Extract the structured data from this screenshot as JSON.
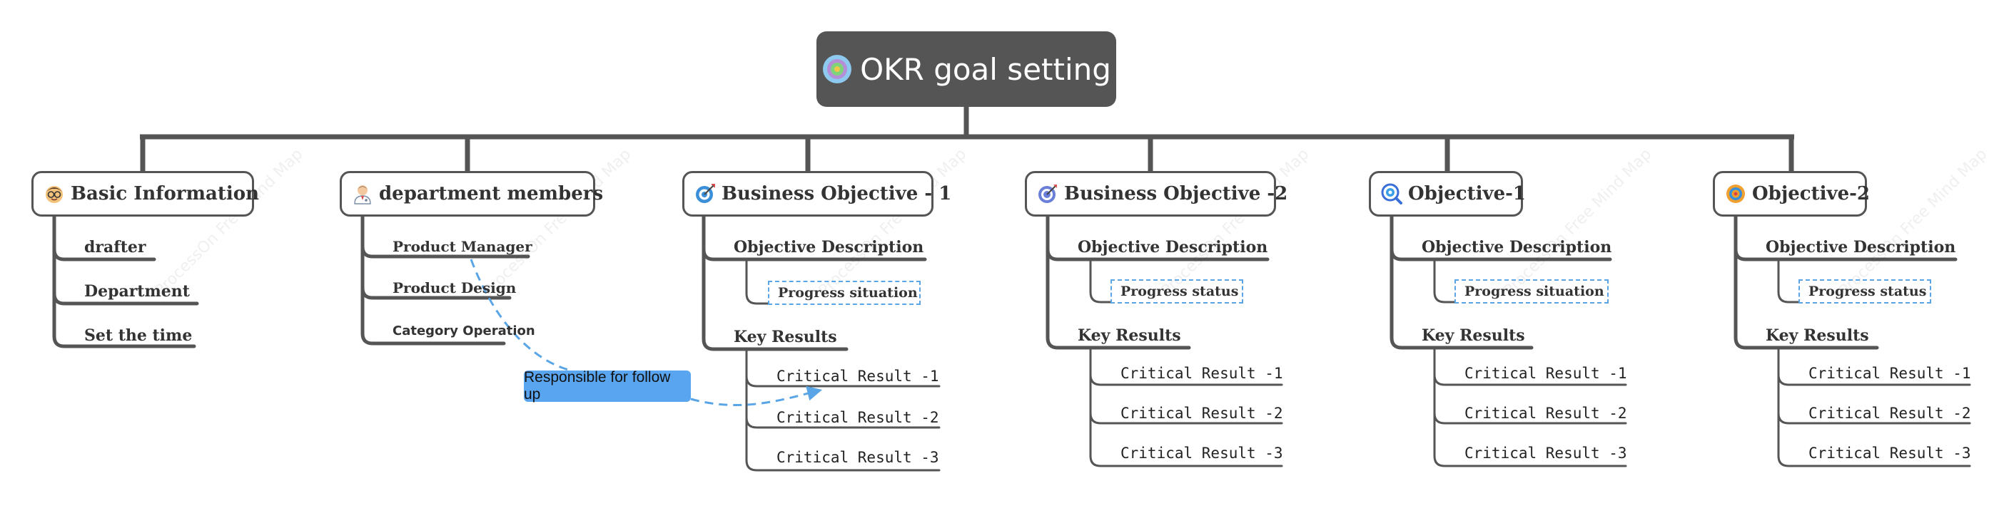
{
  "root": {
    "title": "OKR goal setting",
    "icon": "target-icon"
  },
  "watermark": "ProcessOn Free Mind Map",
  "callout": {
    "label": "Responsible for follow up"
  },
  "branches": [
    {
      "label": "Basic Information",
      "icon": "nerd-face-icon",
      "items": [
        "drafter",
        "Department",
        "Set the time"
      ]
    },
    {
      "label": "department members",
      "icon": "doctor-avatar-icon",
      "items": [
        "Product Manager",
        "Product Design",
        "Category Operation"
      ]
    },
    {
      "label": "Business Objective - 1",
      "icon": "bullseye-icon",
      "description": "Objective Description",
      "status": "Progress situation",
      "key_results": "Key Results",
      "results": [
        "Critical Result -1",
        "Critical Result -2",
        "Critical Result -3"
      ]
    },
    {
      "label": "Business Objective -2",
      "icon": "dart-target-icon",
      "description": "Objective Description",
      "status": "Progress status",
      "key_results": "Key Results",
      "results": [
        "Critical Result -1",
        "Critical Result -2",
        "Critical Result -3"
      ]
    },
    {
      "label": "Objective-1",
      "icon": "magnifier-target-icon",
      "description": "Objective Description",
      "status": "Progress situation",
      "key_results": "Key Results",
      "results": [
        "Critical Result -1",
        "Critical Result -2",
        "Critical Result -3"
      ]
    },
    {
      "label": "Objective-2",
      "icon": "orange-target-icon",
      "description": "Objective Description",
      "status": "Progress status",
      "key_results": "Key Results",
      "results": [
        "Critical Result -1",
        "Critical Result -2",
        "Critical Result -3"
      ]
    }
  ],
  "colors": {
    "line": "#555555",
    "root_fill": "#555555",
    "callout": "#5aa5f0",
    "dashed": "#5aa5e6"
  }
}
